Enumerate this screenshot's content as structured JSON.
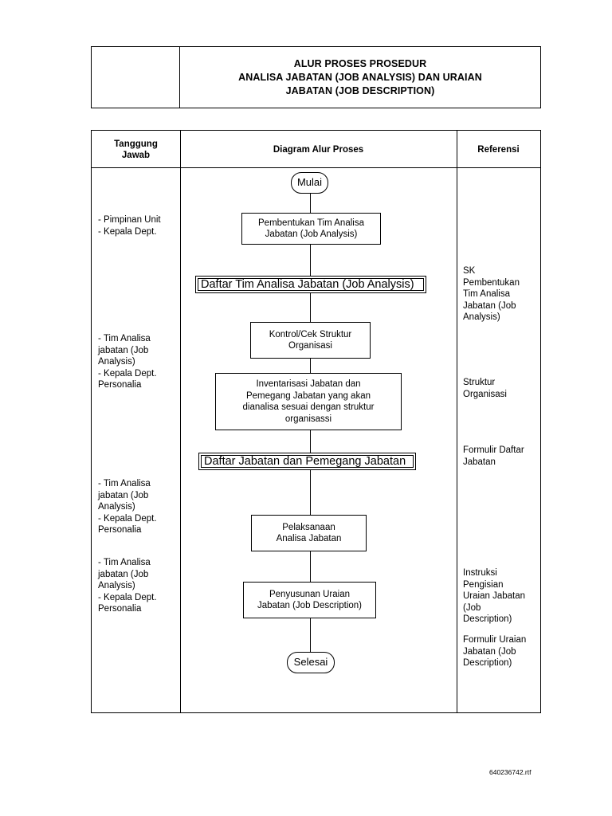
{
  "header": {
    "logo_cell": "",
    "title_lines": [
      "ALUR PROSES PROSEDUR",
      "ANALISA JABATAN (JOB ANALYSIS) DAN  URAIAN",
      "JABATAN (JOB DESCRIPTION)"
    ]
  },
  "table": {
    "columns": [
      {
        "key": "tanggung_jawab",
        "label": "Tanggung\nJawab"
      },
      {
        "key": "diagram_alur_proses",
        "label": "Diagram Alur Proses"
      },
      {
        "key": "referensi",
        "label": "Referensi"
      }
    ]
  },
  "responsibilities": [
    {
      "text": "- Pimpinan Unit\n- Kepala Dept."
    },
    {
      "text": "- Tim Analisa\n  jabatan (Job\n  Analysis)\n- Kepala Dept.\n  Personalia"
    },
    {
      "text": "- Tim Analisa\n  jabatan (Job\n  Analysis)\n- Kepala Dept.\n  Personalia"
    },
    {
      "text": "- Tim Analisa\n  jabatan (Job\n  Analysis)\n- Kepala Dept.\n  Personalia"
    }
  ],
  "references": [
    {
      "text": "SK\nPembentukan\nTim Analisa\nJabatan (Job\nAnalysis)"
    },
    {
      "text": "Struktur\nOrganisasi"
    },
    {
      "text": "Formulir Daftar\nJabatan"
    },
    {
      "text": "Instruksi\nPengisian\nUraian Jabatan\n(Job\nDescription)"
    },
    {
      "text": "Formulir Uraian\nJabatan (Job\nDescription)"
    }
  ],
  "flow": {
    "nodes": [
      {
        "id": "start",
        "shape": "terminator",
        "label": "Mulai"
      },
      {
        "id": "pembentukan",
        "shape": "process",
        "label": "Pembentukan Tim Analisa\nJabatan (Job Analysis)"
      },
      {
        "id": "daftar-tim",
        "shape": "data",
        "label": "Daftar Tim Analisa Jabatan (Job Analysis)"
      },
      {
        "id": "kontrol",
        "shape": "process",
        "label": "Kontrol/Cek Struktur\nOrganisasi"
      },
      {
        "id": "inventarisasi",
        "shape": "process",
        "label": "Inventarisasi Jabatan dan\nPemegang Jabatan yang akan\ndianalisa sesuai dengan struktur\norganisassi"
      },
      {
        "id": "daftar-jabatan",
        "shape": "data",
        "label": "Daftar Jabatan dan Pemegang Jabatan"
      },
      {
        "id": "pelaksanaan",
        "shape": "process",
        "label": "Pelaksanaan\nAnalisa Jabatan"
      },
      {
        "id": "penyusunan",
        "shape": "process",
        "label": "Penyusunan Uraian\nJabatan (Job Description)"
      },
      {
        "id": "end",
        "shape": "terminator",
        "label": "Selesai"
      }
    ]
  },
  "footer": {
    "filename": "640236742.rtf"
  },
  "colors": {
    "line": "#000000",
    "background": "#ffffff",
    "text": "#000000"
  }
}
